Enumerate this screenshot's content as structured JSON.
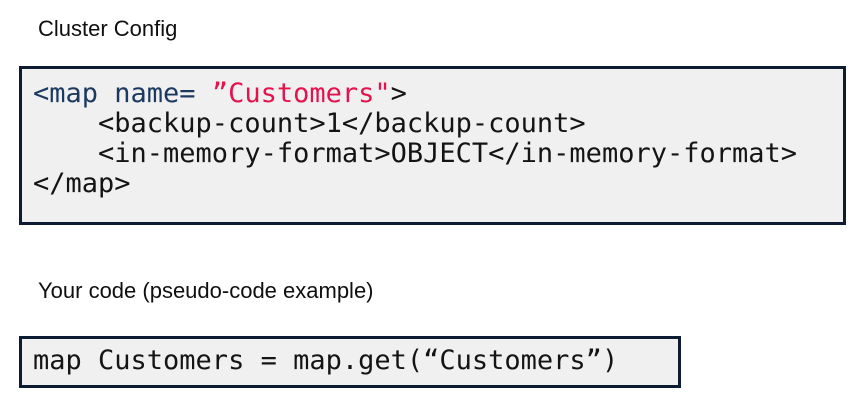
{
  "colors": {
    "page_background": "#ffffff",
    "heading_text": "#0f0f0f",
    "code_box_background": "#f0f0f1",
    "code_box_border": "#0d1b33",
    "code_text": "#141414",
    "xml_tag_navy": "#1c3a60",
    "attr_value_red": "#e4124d"
  },
  "section1": {
    "heading": "Cluster Config",
    "code": {
      "line1_tag_open": "<map name= ",
      "line1_attr_value": "”Customers\"",
      "line1_tag_close": ">",
      "line2": "    <backup-count>1</backup-count>",
      "line3": "    <in-memory-format>OBJECT</in-memory-format>",
      "line4": "</map>"
    }
  },
  "section2": {
    "heading": "Your code (pseudo-code example)",
    "code_line": "map Customers = map.get(“Customers”)"
  }
}
